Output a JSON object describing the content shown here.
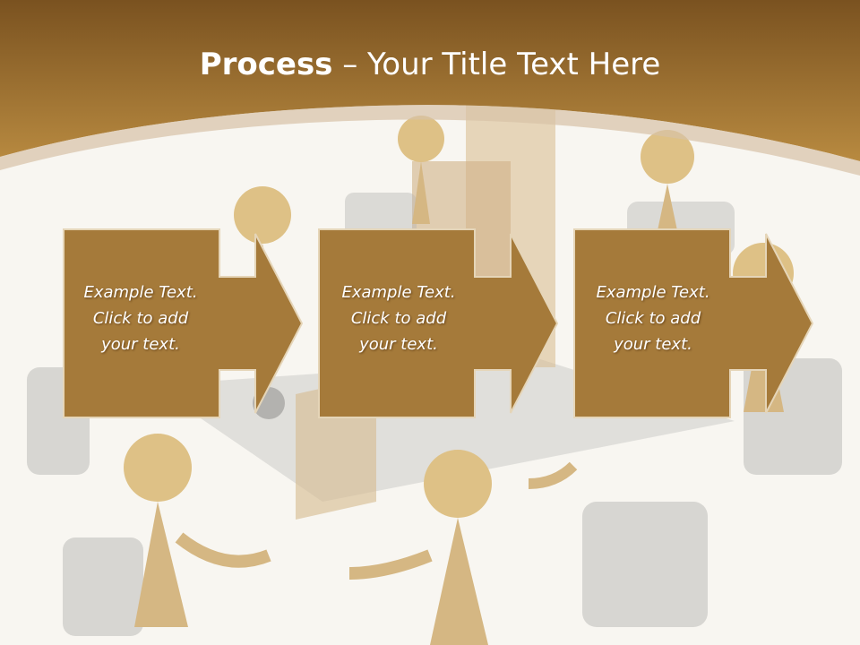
{
  "slide": {
    "title_bold": "Process",
    "title_rest": " – Your Title Text Here",
    "steps": [
      {
        "lines": [
          "Example Text.",
          "Click  to add",
          "your text."
        ]
      },
      {
        "lines": [
          "Example Text.",
          "Click  to add",
          "your text."
        ]
      },
      {
        "lines": [
          "Example Text.",
          "Click  to add",
          "your text."
        ]
      }
    ],
    "colors": {
      "header": "#a06e2a",
      "box": "#a57a3a",
      "background": "#f8f6f1"
    }
  }
}
